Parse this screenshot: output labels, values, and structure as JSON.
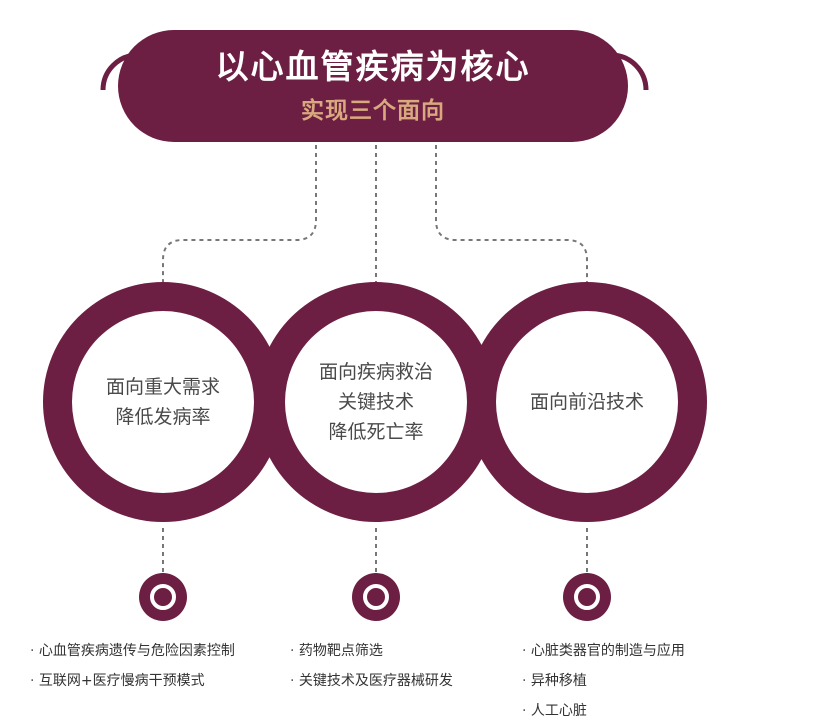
{
  "header": {
    "title": "以心血管疾病为核心",
    "subtitle": "实现三个面向"
  },
  "circles": [
    {
      "lines": [
        "面向重大需求",
        "降低发病率"
      ]
    },
    {
      "lines": [
        "面向疾病救治",
        "关键技术",
        "降低死亡率"
      ]
    },
    {
      "lines": [
        "面向前沿技术"
      ]
    }
  ],
  "lists": [
    {
      "items": [
        "心血管疾病遗传与危险因素控制",
        "互联网+医疗慢病干预模式"
      ]
    },
    {
      "items": [
        "药物靶点筛选",
        "关键技术及医疗器械研发"
      ]
    },
    {
      "items": [
        "心脏类器官的制造与应用",
        "异种移植",
        "人工心脏"
      ]
    }
  ],
  "colors": {
    "primary": "#6d1e43",
    "accent": "#d8a97f",
    "dashed": "#777777",
    "text": "#4a4a4a"
  }
}
